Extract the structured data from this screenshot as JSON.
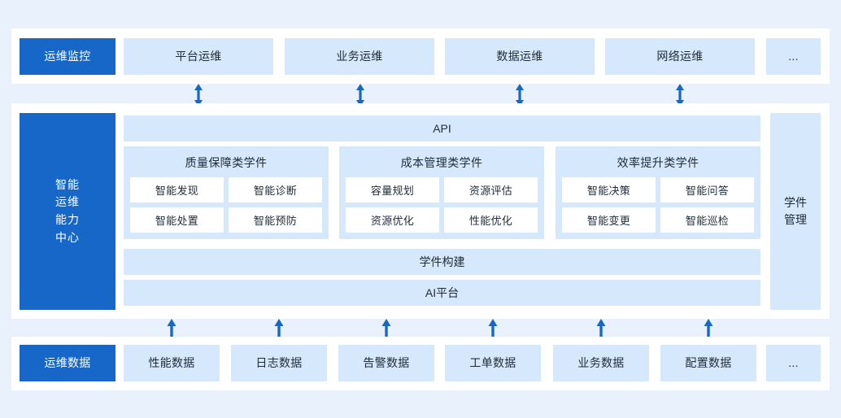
{
  "theme": {
    "page_bg": "#e8f1fc",
    "panel_bg": "#ffffff",
    "accent_solid": "#1767c8",
    "accent_light": "#d6e8fb",
    "text": "#1f2b3a",
    "arrow": "#1767c8"
  },
  "top_row": {
    "label_box": "运维监控",
    "items": [
      {
        "label": "平台运维"
      },
      {
        "label": "业务运维"
      },
      {
        "label": "数据运维"
      },
      {
        "label": "网络运维"
      },
      {
        "label": "..."
      }
    ]
  },
  "middle": {
    "left_panel": "智能\n运维\n能力\n中心",
    "left_panel_lines": [
      "智能",
      "运维",
      "能力",
      "中心"
    ],
    "right_panel_lines": [
      "学件",
      "管理"
    ],
    "api_bar": "API",
    "build_bar": "学件构建",
    "ai_bar": "AI平台",
    "groups": [
      {
        "title": "质量保障类学件",
        "items": [
          "智能发现",
          "智能诊断",
          "智能处置",
          "智能预防"
        ]
      },
      {
        "title": "成本管理类学件",
        "items": [
          "容量规划",
          "资源评估",
          "资源优化",
          "性能优化"
        ]
      },
      {
        "title": "效率提升类学件",
        "items": [
          "智能决策",
          "智能问答",
          "智能变更",
          "智能巡检"
        ]
      }
    ]
  },
  "bottom_row": {
    "label_box": "运维数据",
    "items": [
      {
        "label": "性能数据"
      },
      {
        "label": "日志数据"
      },
      {
        "label": "告警数据"
      },
      {
        "label": "工单数据"
      },
      {
        "label": "业务数据"
      },
      {
        "label": "配置数据"
      },
      {
        "label": "..."
      }
    ]
  },
  "connectors": {
    "top_arrows": {
      "icon": "double-headed-vertical-arrow-icon",
      "count": 4,
      "x_positions": [
        244,
        443,
        639,
        836
      ]
    },
    "bottom_arrows": {
      "icon": "up-arrow-icon",
      "count": 6,
      "x_positions": [
        211,
        343,
        475,
        606,
        739,
        871
      ]
    }
  }
}
